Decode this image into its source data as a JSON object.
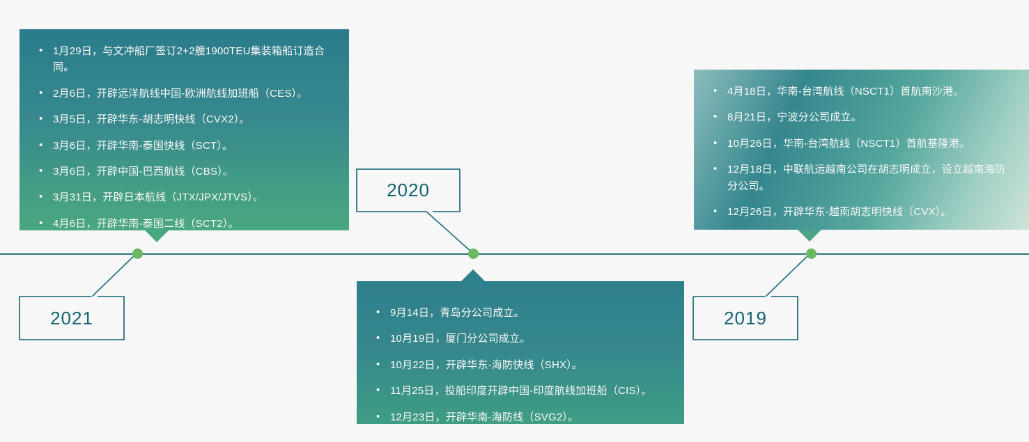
{
  "page": {
    "type": "timeline-infographic",
    "background_color": "#f7f7f7",
    "axis_color": "#2a7382",
    "node_color": "#6cb960",
    "year_label_color": "#13626f"
  },
  "timeline": {
    "axis_label": "timeline-axis",
    "entries": [
      {
        "year": "2021",
        "position": "above-left",
        "card_gradient_from": "#2b7c8c",
        "card_gradient_to": "#4aa87f",
        "events": [
          "1月29日，与文冲船厂签订2+2艘1900TEU集装箱船订造合同。",
          "2月6日，开辟远洋航线中国-欧洲航线加班船（CES）。",
          "3月5日，开辟华东-胡志明快线（CVX2）。",
          "3月6日，开辟华南-泰国快线（SCT）。",
          "3月6日，开辟中国-巴西航线（CBS）。",
          "3月31日，开辟日本航线（JTX/JPX/JTVS）。",
          "4月6日，开辟华南-泰国二线（SCT2）。"
        ]
      },
      {
        "year": "2020",
        "position": "below-middle",
        "card_gradient_from": "#2e7f8c",
        "card_gradient_to": "#3f9d84",
        "events": [
          "9月14日，青岛分公司成立。",
          "10月19日，厦门分公司成立。",
          "10月22日，开辟华东-海防快线（SHX）。",
          "11月25日，投船印度开辟中国-印度航线加班船（CIS）。",
          "12月23日，开辟华南-海防线（SVG2）。"
        ]
      },
      {
        "year": "2019",
        "position": "above-right",
        "card_gradient_from": "#2b7c8c",
        "card_gradient_to": "#cfe3d8",
        "events": [
          "4月18日，华南-台湾航线（NSCT1）首航南沙港。",
          "8月21日，宁波分公司成立。",
          "10月26日，华南-台湾航线（NSCT1）首航基隆港。",
          "12月18日，中联航运越南公司在胡志明成立，设立越南海防分公司。",
          "12月26日，开辟华东-越南胡志明快线（CVX）。"
        ]
      }
    ]
  }
}
